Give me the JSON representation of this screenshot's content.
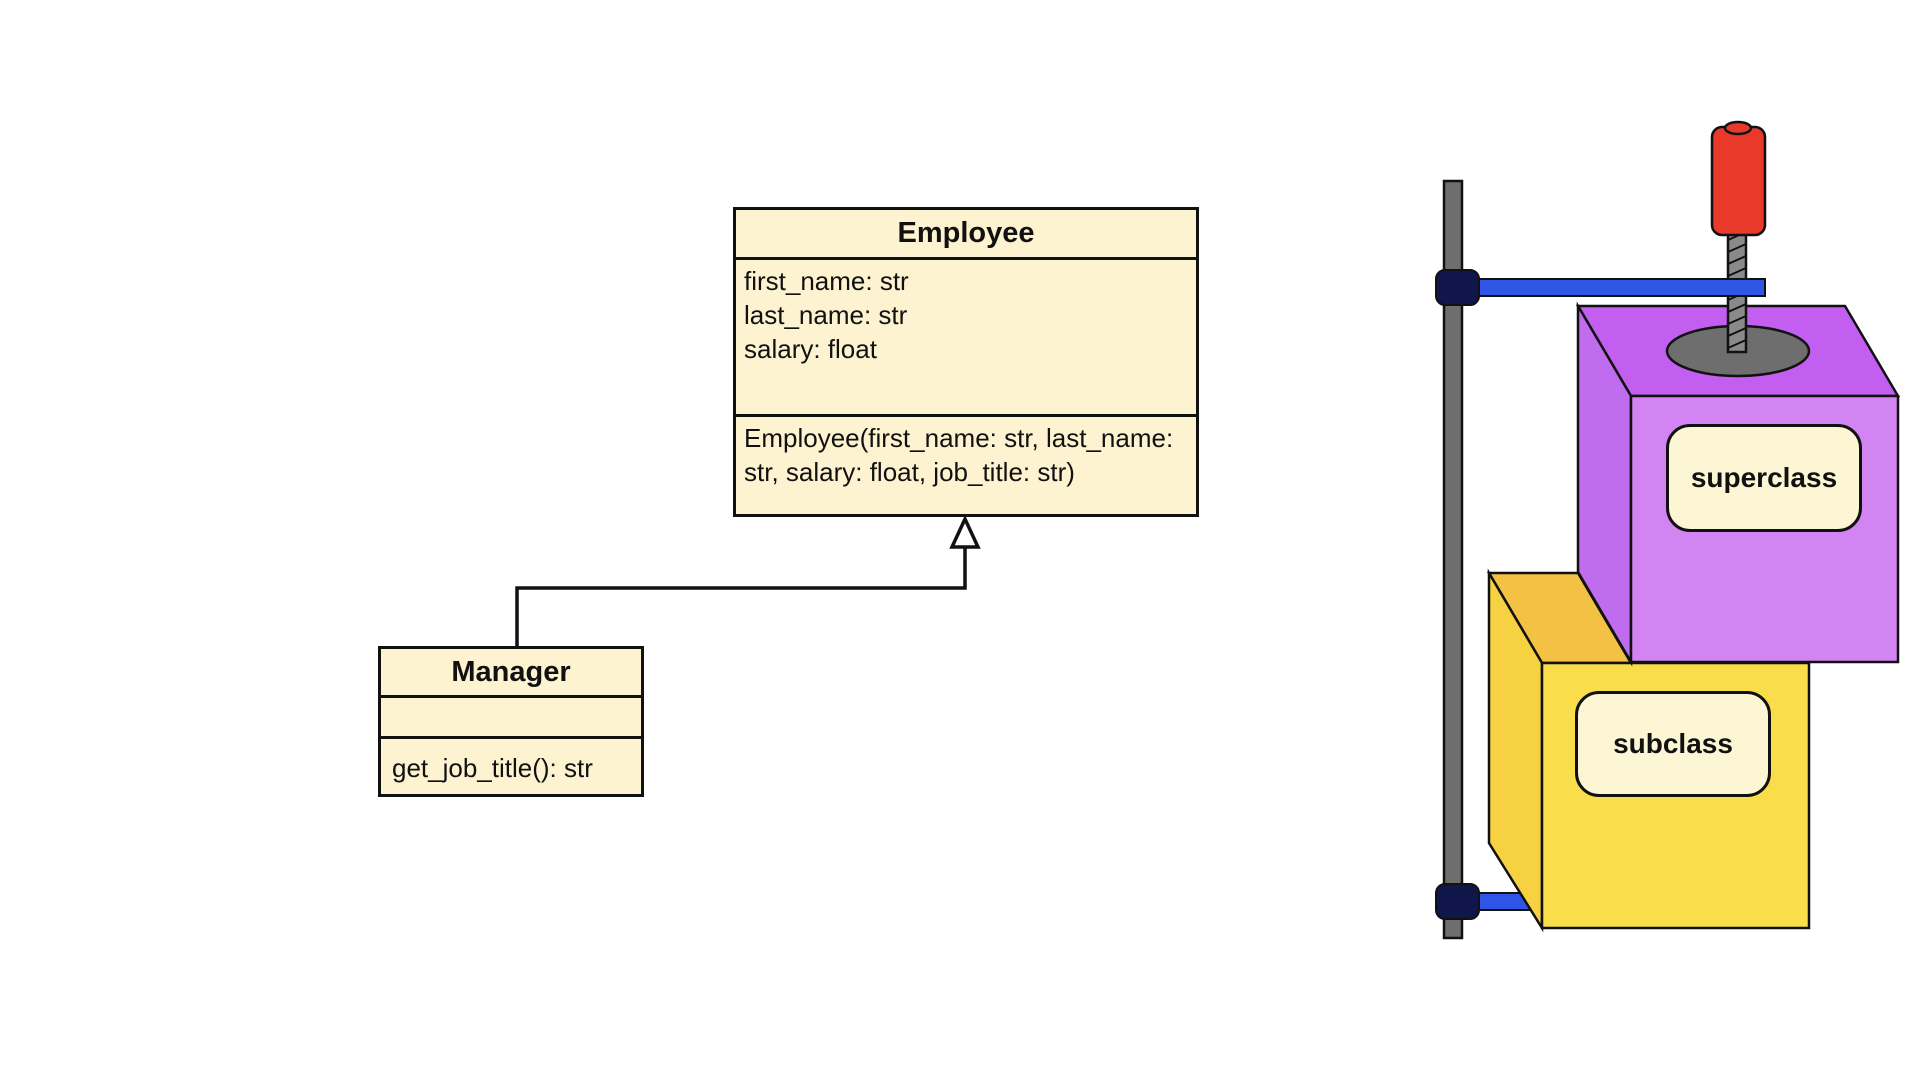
{
  "uml": {
    "employee": {
      "name": "Employee",
      "attributes": [
        "first_name: str",
        "last_name: str",
        "salary: float"
      ],
      "operations": [
        "Employee(first_name: str, last_name: str, salary: float, job_title: str)"
      ]
    },
    "manager": {
      "name": "Manager",
      "attributes": [],
      "operations": [
        "get_job_title(): str"
      ]
    }
  },
  "illustration": {
    "superclass_label": "superclass",
    "subclass_label": "subclass"
  },
  "colors": {
    "class_fill": "#fdf3d0",
    "superclass_box": "#cf7cf2",
    "subclass_box": "#f9dd4a",
    "clamp_bar": "#2f55e6",
    "clamp_handle": "#e8392a",
    "stand_pole": "#6e6e6e"
  }
}
